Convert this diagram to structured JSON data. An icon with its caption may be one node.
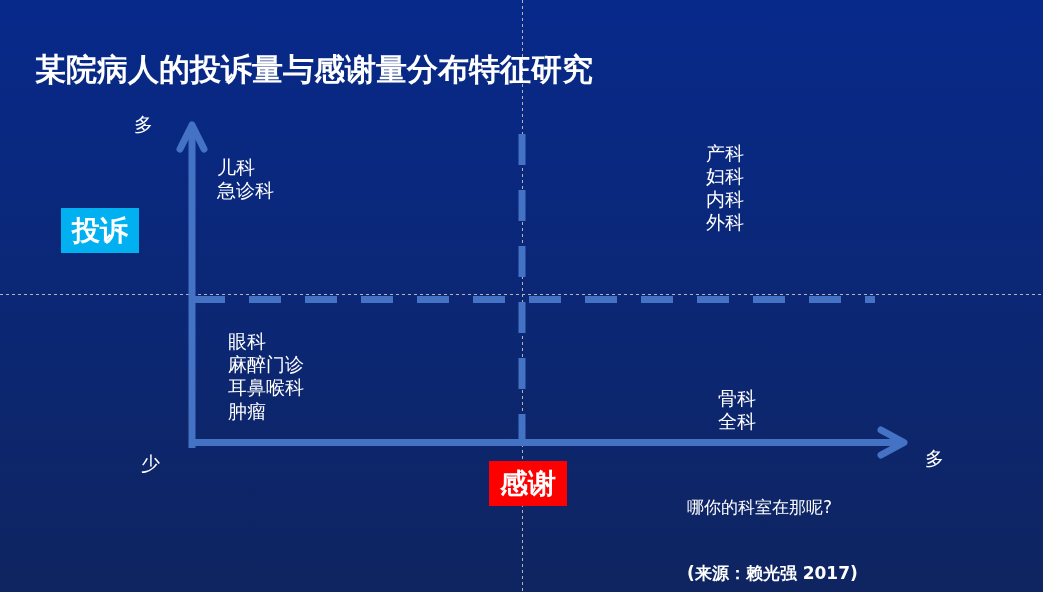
{
  "diagram": {
    "title": "某院病人的投诉量与感谢量分布特征研究",
    "nodes": [
      {
        "text": [
          "投诉"
        ]
      },
      {
        "text": [
          "感谢"
        ]
      }
    ],
    "labels": [
      "多",
      "儿科",
      "急诊科",
      "产科",
      "妇科",
      "内科",
      "外科",
      "眼科",
      "麻醉门诊",
      "耳鼻喉科",
      "肿瘤",
      "骨科",
      "全科",
      "少",
      "多",
      "哪你的科室在那呢?",
      "(来源：赖光强 2017)"
    ]
  }
}
